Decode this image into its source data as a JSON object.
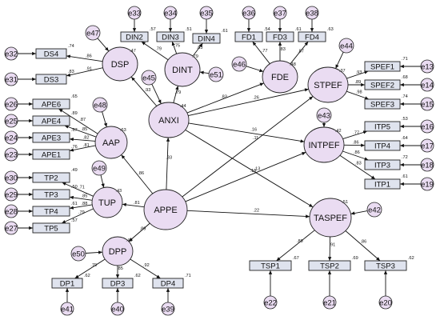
{
  "latents": [
    {
      "id": "DSP",
      "label": "DSP",
      "r2": ".47"
    },
    {
      "id": "DINT",
      "label": "DINT",
      "r2": ".79"
    },
    {
      "id": "FDE",
      "label": "FDE",
      "r2": ".48"
    },
    {
      "id": "ANXI",
      "label": "ANXI",
      "r2": ".44"
    },
    {
      "id": "AAP",
      "label": "AAP",
      "r2": ".63"
    },
    {
      "id": "TUP",
      "label": "TUP",
      "r2": ".43"
    },
    {
      "id": "APPE",
      "label": "APPE",
      "r2": ""
    },
    {
      "id": "DPP",
      "label": "DPP",
      "r2": ".48"
    },
    {
      "id": "STPEF",
      "label": "STPEF",
      "r2": ".37"
    },
    {
      "id": "INTPEF",
      "label": "INTPEF",
      "r2": ".42"
    },
    {
      "id": "TASPEF",
      "label": "TASPEF",
      "r2": ".51"
    }
  ],
  "indicators": [
    {
      "id": "DS4",
      "label": "DS4",
      "r2": ".74"
    },
    {
      "id": "DS3",
      "label": "DS3",
      "r2": ".83"
    },
    {
      "id": "DIN2",
      "label": "DIN2",
      "r2": ".57"
    },
    {
      "id": "DIN3",
      "label": "DIN3",
      "r2": ".51"
    },
    {
      "id": "DIN4",
      "label": "DIN4",
      "r2": ".61"
    },
    {
      "id": "FD1",
      "label": "FD1",
      "r2": ".54"
    },
    {
      "id": "FD3",
      "label": "FD3",
      "r2": ".61"
    },
    {
      "id": "FD4",
      "label": "FD4",
      "r2": ".63"
    },
    {
      "id": "APE6",
      "label": "APE6",
      "r2": ".65"
    },
    {
      "id": "APE4",
      "label": "APE4",
      "r2": ".89"
    },
    {
      "id": "APE3",
      "label": "APE3",
      "r2": ".67"
    },
    {
      "id": "APE1",
      "label": "APE1",
      "r2": ".76"
    },
    {
      "id": "TP2",
      "label": "TP2",
      "r2": ".49"
    },
    {
      "id": "TP3",
      "label": "TP3",
      "r2": ".50"
    },
    {
      "id": "TP4",
      "label": "TP4",
      "r2": ".61"
    },
    {
      "id": "TP5",
      "label": "TP5",
      "r2": ".57"
    },
    {
      "id": "DP1",
      "label": "DP1",
      "r2": ".62"
    },
    {
      "id": "DP3",
      "label": "DP3",
      "r2": ".62"
    },
    {
      "id": "DP4",
      "label": "DP4",
      "r2": ".71"
    },
    {
      "id": "SPEF1",
      "label": "SPEF1",
      "r2": ".71"
    },
    {
      "id": "SPEF2",
      "label": "SPEF2",
      "r2": ".68"
    },
    {
      "id": "SPEF3",
      "label": "SPEF3",
      "r2": ".74"
    },
    {
      "id": "ITP5",
      "label": "ITP5",
      "r2": ".53"
    },
    {
      "id": "ITP4",
      "label": "ITP4",
      "r2": ".64"
    },
    {
      "id": "ITP3",
      "label": "ITP3",
      "r2": ".72"
    },
    {
      "id": "ITP1",
      "label": "ITP1",
      "r2": ".61"
    },
    {
      "id": "TSP1",
      "label": "TSP1",
      "r2": ".67"
    },
    {
      "id": "TSP2",
      "label": "TSP2",
      "r2": ".69"
    },
    {
      "id": "TSP3",
      "label": "TSP3",
      "r2": ".62"
    }
  ],
  "errors": [
    {
      "id": "e32",
      "label": "e32",
      "target": "DS4"
    },
    {
      "id": "e31",
      "label": "e31",
      "target": "DS3"
    },
    {
      "id": "e33",
      "label": "e33",
      "target": "DIN2"
    },
    {
      "id": "e34",
      "label": "e34",
      "target": "DIN3"
    },
    {
      "id": "e35",
      "label": "e35",
      "target": "DIN4"
    },
    {
      "id": "e36",
      "label": "e36",
      "target": "FD1"
    },
    {
      "id": "e37",
      "label": "e37",
      "target": "FD3"
    },
    {
      "id": "e38",
      "label": "e38",
      "target": "FD4"
    },
    {
      "id": "e26",
      "label": "e26",
      "target": "APE6"
    },
    {
      "id": "e25",
      "label": "e25",
      "target": "APE4"
    },
    {
      "id": "e24",
      "label": "e24",
      "target": "APE3"
    },
    {
      "id": "e23",
      "label": "e23",
      "target": "APE1"
    },
    {
      "id": "e30",
      "label": "e30",
      "target": "TP2"
    },
    {
      "id": "e29",
      "label": "e29",
      "target": "TP3"
    },
    {
      "id": "e28",
      "label": "e28",
      "target": "TP4"
    },
    {
      "id": "e27",
      "label": "e27",
      "target": "TP5"
    },
    {
      "id": "e41",
      "label": "e41",
      "target": "DP1"
    },
    {
      "id": "e40",
      "label": "e40",
      "target": "DP3"
    },
    {
      "id": "e39",
      "label": "e39",
      "target": "DP4"
    },
    {
      "id": "e13",
      "label": "e13",
      "target": "SPEF1"
    },
    {
      "id": "e14",
      "label": "e14",
      "target": "SPEF2"
    },
    {
      "id": "e15",
      "label": "e15",
      "target": "SPEF3"
    },
    {
      "id": "e16",
      "label": "e16",
      "target": "ITP5"
    },
    {
      "id": "e17",
      "label": "e17",
      "target": "ITP4"
    },
    {
      "id": "e18",
      "label": "e18",
      "target": "ITP3"
    },
    {
      "id": "e19",
      "label": "e19",
      "target": "ITP1"
    },
    {
      "id": "e22",
      "label": "e22",
      "target": "TSP1"
    },
    {
      "id": "e21",
      "label": "e21",
      "target": "TSP2"
    },
    {
      "id": "e20",
      "label": "e20",
      "target": "TSP3"
    },
    {
      "id": "e47",
      "label": "e47",
      "target": "DSP"
    },
    {
      "id": "e51",
      "label": "e51",
      "target": "DINT"
    },
    {
      "id": "e46",
      "label": "e46",
      "target": "FDE"
    },
    {
      "id": "e45",
      "label": "e45",
      "target": "ANXI"
    },
    {
      "id": "e48",
      "label": "e48",
      "target": "AAP"
    },
    {
      "id": "e49",
      "label": "e49",
      "target": "TUP"
    },
    {
      "id": "e50",
      "label": "e50",
      "target": "DPP"
    },
    {
      "id": "e44",
      "label": "e44",
      "target": "STPEF"
    },
    {
      "id": "e43",
      "label": "e43",
      "target": "INTPEF"
    },
    {
      "id": "e42",
      "label": "e42",
      "target": "TASPEF"
    }
  ],
  "loadings": [
    {
      "from": "DSP",
      "to": "DS4",
      "value": ".86"
    },
    {
      "from": "DSP",
      "to": "DS3",
      "value": ".91"
    },
    {
      "from": "DINT",
      "to": "DIN2",
      "value": ".79"
    },
    {
      "from": "DINT",
      "to": "DIN3",
      "value": ".75"
    },
    {
      "from": "DINT",
      "to": "DIN4",
      "value": ".83"
    },
    {
      "from": "FDE",
      "to": "FD1",
      "value": ".77"
    },
    {
      "from": "FDE",
      "to": "FD3",
      "value": ".83"
    },
    {
      "from": "FDE",
      "to": "FD4",
      "value": ".87"
    },
    {
      "from": "AAP",
      "to": "APE6",
      "value": ".87"
    },
    {
      "from": "AAP",
      "to": "APE4",
      "value": ".85"
    },
    {
      "from": "AAP",
      "to": "APE3",
      "value": ".82"
    },
    {
      "from": "AAP",
      "to": "APE1",
      "value": ".81"
    },
    {
      "from": "TUP",
      "to": "TP2",
      "value": ".71"
    },
    {
      "from": "TUP",
      "to": "TP3",
      "value": ".85"
    },
    {
      "from": "TUP",
      "to": "TP4",
      "value": ".88"
    },
    {
      "from": "TUP",
      "to": "TP5",
      "value": ".79"
    },
    {
      "from": "DPP",
      "to": "DP1",
      "value": ".79"
    },
    {
      "from": "DPP",
      "to": "DP3",
      "value": ".85"
    },
    {
      "from": "DPP",
      "to": "DP4",
      "value": ".92"
    },
    {
      "from": "STPEF",
      "to": "SPEF1",
      "value": ".93"
    },
    {
      "from": "STPEF",
      "to": "SPEF2",
      "value": ".89"
    },
    {
      "from": "STPEF",
      "to": "SPEF3",
      "value": ".98"
    },
    {
      "from": "INTPEF",
      "to": "ITP5",
      "value": ".77"
    },
    {
      "from": "INTPEF",
      "to": "ITP4",
      "value": ".86"
    },
    {
      "from": "INTPEF",
      "to": "ITP3",
      "value": ".86"
    },
    {
      "from": "INTPEF",
      "to": "ITP1",
      "value": ".83"
    },
    {
      "from": "TASPEF",
      "to": "TSP1",
      "value": ".89"
    },
    {
      "from": "TASPEF",
      "to": "TSP2",
      "value": ".91"
    },
    {
      "from": "TASPEF",
      "to": "TSP3",
      "value": ".86"
    },
    {
      "from": "ANXI",
      "to": "DSP",
      "value": ".93"
    },
    {
      "from": "ANXI",
      "to": "DINT",
      "value": ".79"
    },
    {
      "from": "ANXI",
      "to": "FDE",
      "value": ".83"
    },
    {
      "from": "APPE",
      "to": "AAP",
      "value": ".86"
    },
    {
      "from": "APPE",
      "to": "TUP",
      "value": ".81"
    },
    {
      "from": "APPE",
      "to": "DPP",
      "value": ".89"
    }
  ],
  "paths": [
    {
      "from": "APPE",
      "to": "ANXI",
      "value": ".33"
    },
    {
      "from": "ANXI",
      "to": "STPEF",
      "value": ".26"
    },
    {
      "from": "ANXI",
      "to": "INTPEF",
      "value": ".16"
    },
    {
      "from": "ANXI",
      "to": "TASPEF",
      "value": ".13"
    },
    {
      "from": "APPE",
      "to": "STPEF",
      "value": ".11"
    },
    {
      "from": "APPE",
      "to": "INTPEF",
      "value": ".19"
    },
    {
      "from": "APPE",
      "to": "TASPEF",
      "value": ".22"
    }
  ]
}
